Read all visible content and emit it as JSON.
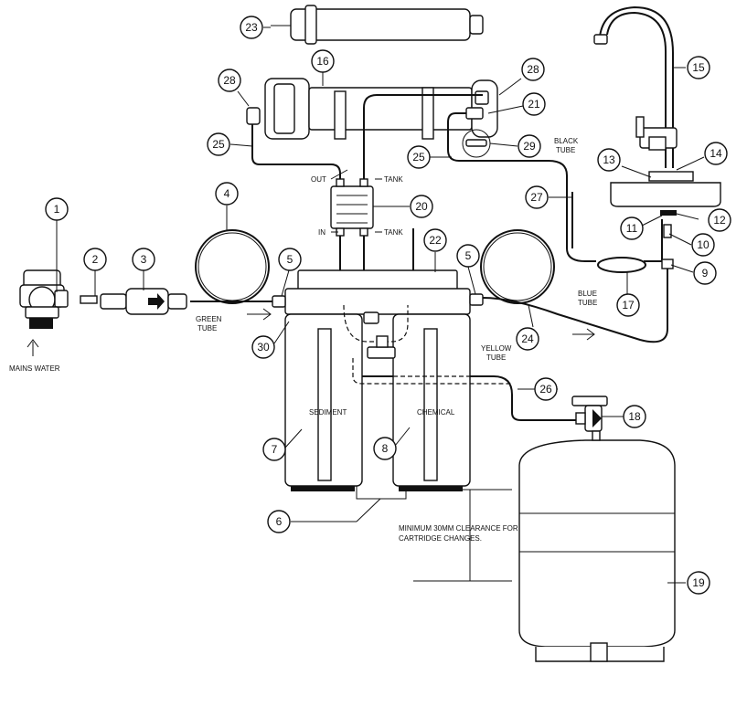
{
  "callouts": [
    "1",
    "2",
    "3",
    "4",
    "5",
    "5",
    "6",
    "7",
    "8",
    "9",
    "10",
    "11",
    "12",
    "13",
    "14",
    "15",
    "16",
    "17",
    "18",
    "19",
    "20",
    "21",
    "22",
    "23",
    "24",
    "25",
    "25",
    "26",
    "27",
    "28",
    "28",
    "29",
    "30"
  ],
  "labels": {
    "mains_water": "MAINS WATER",
    "green_tube_1": "GREEN",
    "green_tube_2": "TUBE",
    "out": "OUT",
    "in": "IN",
    "tank_top": "TANK",
    "tank_bottom": "TANK",
    "black_tube_1": "BLACK",
    "black_tube_2": "TUBE",
    "blue_tube_1": "BLUE",
    "blue_tube_2": "TUBE",
    "yellow_tube_1": "YELLOW",
    "yellow_tube_2": "TUBE",
    "sediment": "SEDIMENT",
    "chemical": "CHEMICAL",
    "clearance_1": "MINIMUM 30MM CLEARANCE FOR",
    "clearance_2": "CARTRIDGE CHANGES."
  }
}
